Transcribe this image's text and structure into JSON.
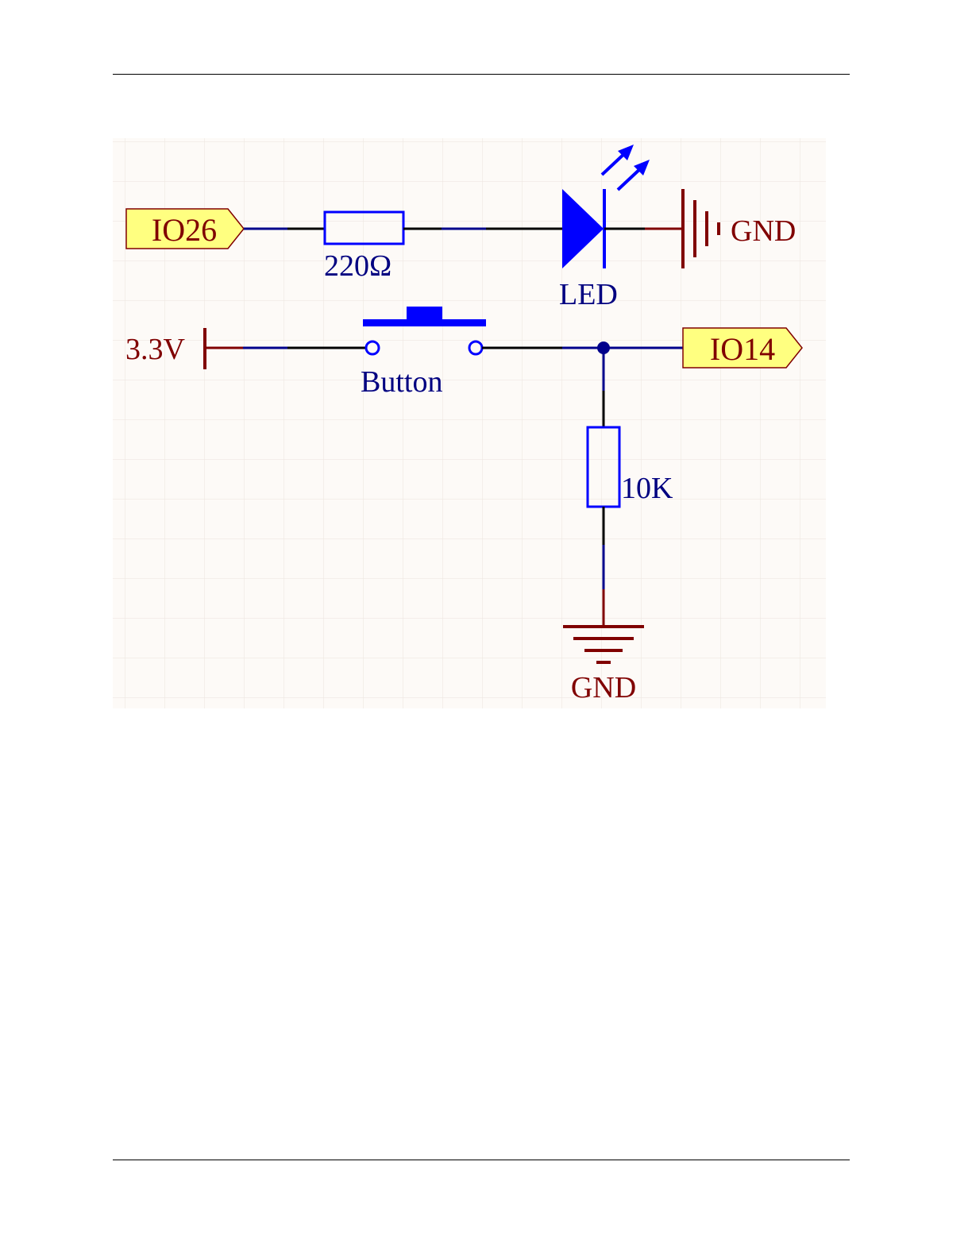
{
  "labels": {
    "io26": "IO26",
    "resistor_220": "220Ω",
    "led": "LED",
    "gnd_top": "GND",
    "vcc": "3.3V",
    "button": "Button",
    "io14": "IO14",
    "resistor_10k": "10K",
    "gnd_bottom": "GND"
  },
  "colors": {
    "background": "#FDFAF7",
    "grid": "#EDE7E1",
    "wire_black": "#000000",
    "wire_blue": "#00008B",
    "component_blue": "#0000FF",
    "power_red": "#800000",
    "port_fill": "#FFFF80",
    "port_stroke": "#800000",
    "label_blue": "#000080",
    "label_red": "#800000"
  }
}
